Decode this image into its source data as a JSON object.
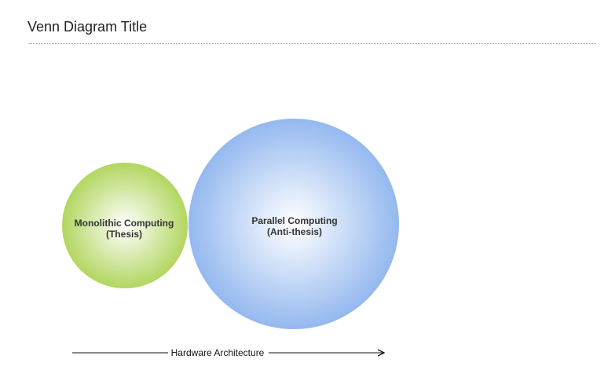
{
  "title": "Venn Diagram Title",
  "circles": [
    {
      "id": "monolithic",
      "line1": "Monolithic Computing",
      "line2": "(Thesis)",
      "color_center": "#ffffff",
      "color_edge": "#b2d660"
    },
    {
      "id": "parallel",
      "line1": "Parallel Computing",
      "line2": "(Anti-thesis)",
      "color_center": "#ffffff",
      "color_edge": "#94b8ef"
    }
  ],
  "axis": {
    "label": "Hardware Architecture",
    "direction": "left-to-right"
  }
}
